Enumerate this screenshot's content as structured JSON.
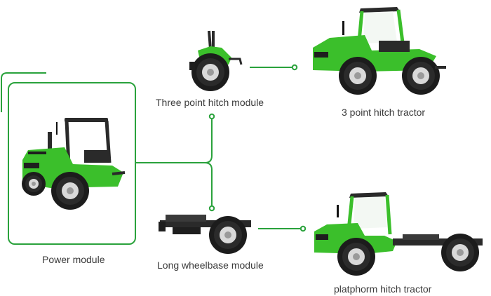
{
  "colors": {
    "accent": "#2aa23c",
    "tractor_green": "#3bbf2b",
    "tractor_dark": "#2a2a2a",
    "tire": "#1c1c1c",
    "rim": "#d9d9d9"
  },
  "modules": {
    "power": {
      "label": "Power module",
      "icon": "power-module-tractor-icon"
    },
    "three_point": {
      "label": "Three point hitch module",
      "icon": "three-point-hitch-module-icon"
    },
    "long_wheelbase": {
      "label": "Long wheelbase module",
      "icon": "long-wheelbase-module-icon"
    }
  },
  "results": {
    "three_point_tractor": {
      "label": "3 point hitch tractor",
      "icon": "three-point-hitch-tractor-icon"
    },
    "platform_tractor": {
      "label": "platphorm hitch tractor",
      "icon": "platform-hitch-tractor-icon"
    }
  }
}
